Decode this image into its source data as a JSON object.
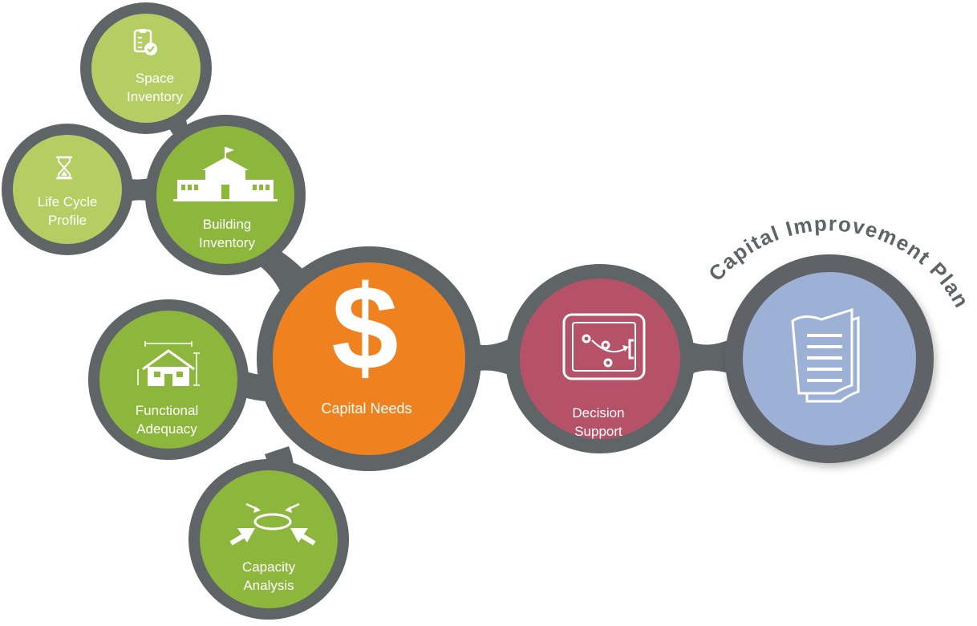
{
  "colors": {
    "ring": "#5f6467",
    "green": "#8cb63c",
    "green_light": "#b5ce64",
    "orange": "#ef821e",
    "magenta": "#b65268",
    "blue": "#9db0d5",
    "title": "#5f6467"
  },
  "nodes": {
    "space_inventory": {
      "line1": "Space",
      "line2": "Inventory",
      "icon": "checklist-icon"
    },
    "life_cycle_profile": {
      "line1": "Life Cycle",
      "line2": "Profile",
      "icon": "hourglass-icon"
    },
    "building_inventory": {
      "line1": "Building",
      "line2": "Inventory",
      "icon": "school-building-icon"
    },
    "functional_adequacy": {
      "line1": "Functional",
      "line2": "Adequacy",
      "icon": "house-measure-icon"
    },
    "capital_needs": {
      "line1": "Capital Needs",
      "icon": "dollar-sign-icon"
    },
    "capacity_analysis": {
      "line1": "Capacity",
      "line2": "Analysis",
      "icon": "converging-arrows-icon"
    },
    "decision_support": {
      "line1": "Decision",
      "line2": "Support",
      "icon": "strategy-board-icon"
    },
    "capital_improvement_plan": {
      "title": "Capital Improvement Plan",
      "icon": "document-stack-icon"
    }
  }
}
